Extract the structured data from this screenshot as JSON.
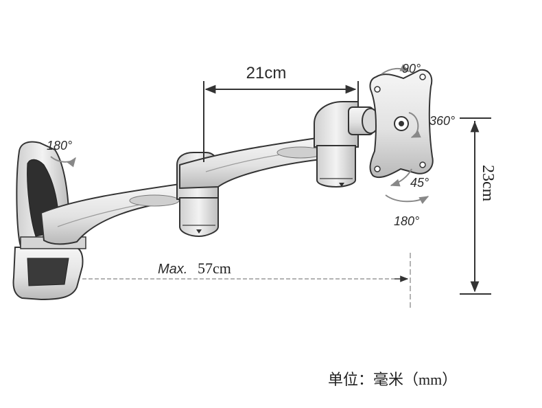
{
  "dimensions": {
    "arm_segment": "21cm",
    "max_extension_prefix": "Max.",
    "max_extension_value": "57cm",
    "height": "23cm"
  },
  "rotations": {
    "top_tilt": "90°",
    "swivel": "360°",
    "tilt": "45°",
    "bottom_pan": "180°",
    "wall_pan": "180°"
  },
  "unit_note": "单位：毫米（mm）",
  "colors": {
    "line": "#333333",
    "metal": "#e6e6e6",
    "shadow": "#bdbdbd"
  }
}
